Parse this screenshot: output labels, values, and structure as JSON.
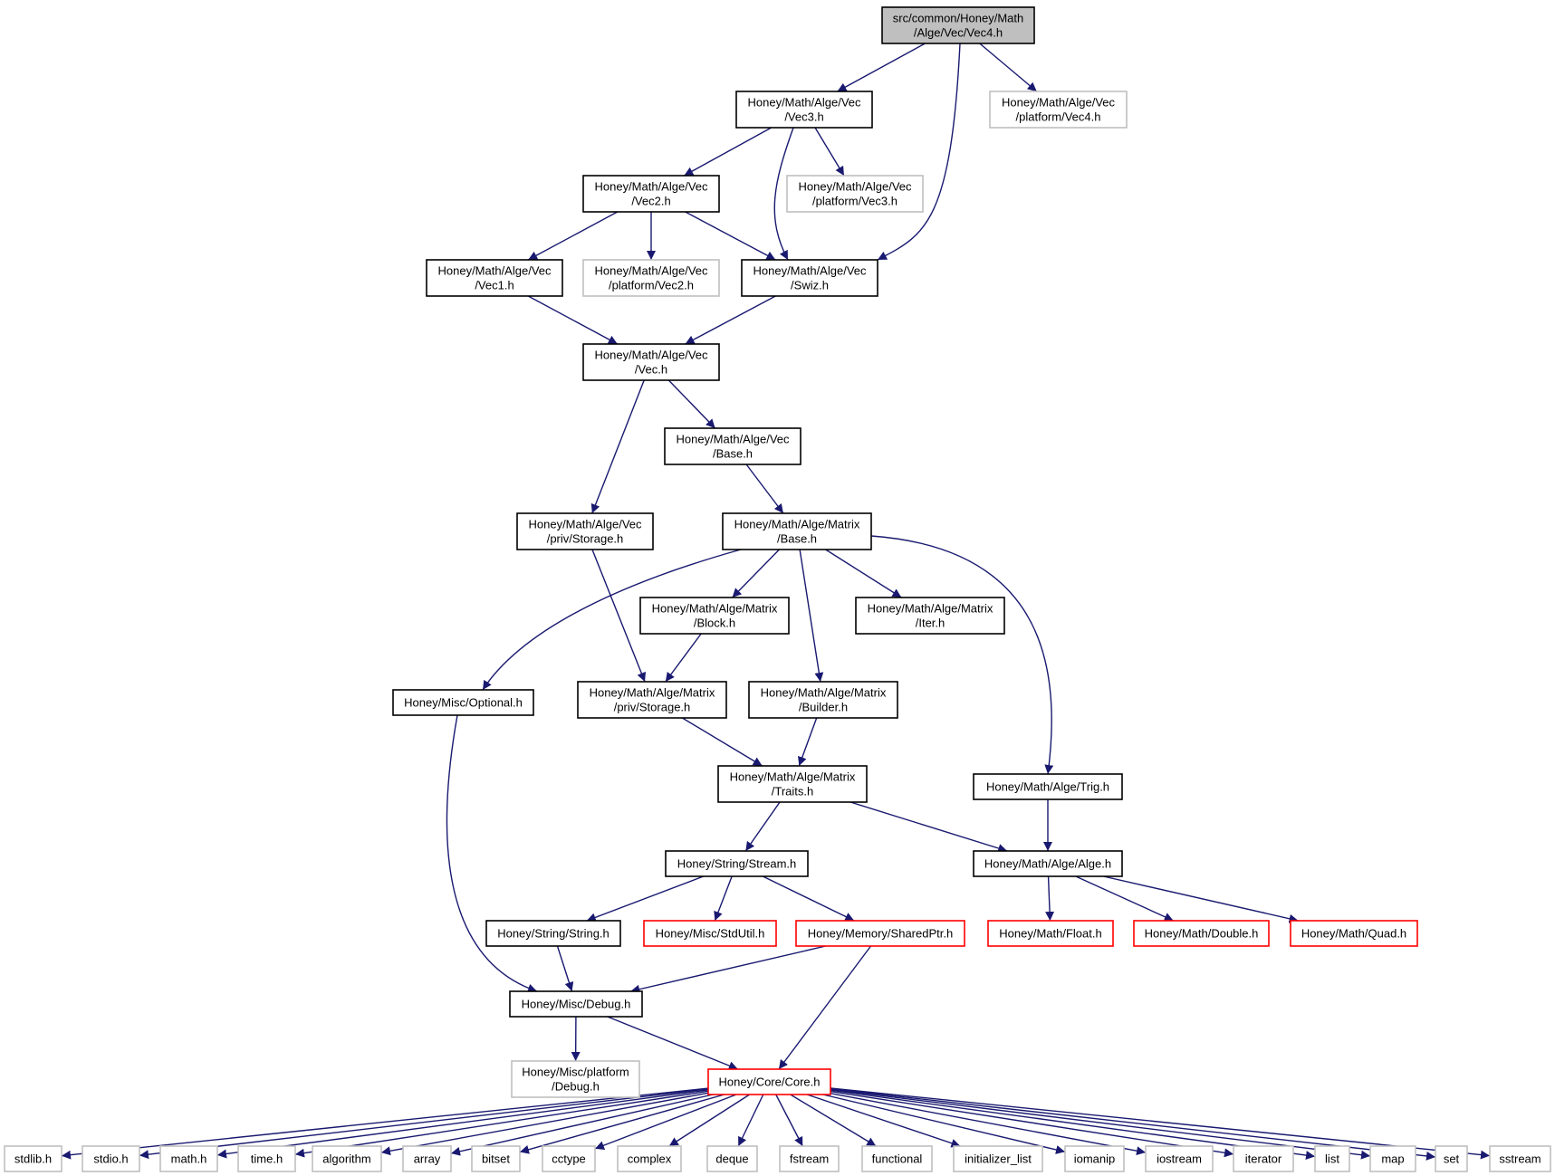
{
  "colors": {
    "edge": "#191970",
    "root_fill": "#bfbfbf",
    "border_normal": "#000000",
    "border_external": "#bfbfbf",
    "border_truncated": "#ff0000"
  },
  "nodes": [
    {
      "id": "vec4",
      "lines": [
        "src/common/Honey/Math",
        "/Alge/Vec/Vec4.h"
      ],
      "kind": "root"
    },
    {
      "id": "vec3",
      "lines": [
        "Honey/Math/Alge/Vec",
        "/Vec3.h"
      ],
      "kind": "normal"
    },
    {
      "id": "pvec4",
      "lines": [
        "Honey/Math/Alge/Vec",
        "/platform/Vec4.h"
      ],
      "kind": "external"
    },
    {
      "id": "vec2",
      "lines": [
        "Honey/Math/Alge/Vec",
        "/Vec2.h"
      ],
      "kind": "normal"
    },
    {
      "id": "pvec3",
      "lines": [
        "Honey/Math/Alge/Vec",
        "/platform/Vec3.h"
      ],
      "kind": "external"
    },
    {
      "id": "vec1",
      "lines": [
        "Honey/Math/Alge/Vec",
        "/Vec1.h"
      ],
      "kind": "normal"
    },
    {
      "id": "pvec2",
      "lines": [
        "Honey/Math/Alge/Vec",
        "/platform/Vec2.h"
      ],
      "kind": "external"
    },
    {
      "id": "swiz",
      "lines": [
        "Honey/Math/Alge/Vec",
        "/Swiz.h"
      ],
      "kind": "normal"
    },
    {
      "id": "vec",
      "lines": [
        "Honey/Math/Alge/Vec",
        "/Vec.h"
      ],
      "kind": "normal"
    },
    {
      "id": "vbase",
      "lines": [
        "Honey/Math/Alge/Vec",
        "/Base.h"
      ],
      "kind": "normal"
    },
    {
      "id": "vstor",
      "lines": [
        "Honey/Math/Alge/Vec",
        "/priv/Storage.h"
      ],
      "kind": "normal"
    },
    {
      "id": "mbase",
      "lines": [
        "Honey/Math/Alge/Matrix",
        "/Base.h"
      ],
      "kind": "normal"
    },
    {
      "id": "block",
      "lines": [
        "Honey/Math/Alge/Matrix",
        "/Block.h"
      ],
      "kind": "normal"
    },
    {
      "id": "iter",
      "lines": [
        "Honey/Math/Alge/Matrix",
        "/Iter.h"
      ],
      "kind": "normal"
    },
    {
      "id": "opt",
      "lines": [
        "Honey/Misc/Optional.h"
      ],
      "kind": "normal"
    },
    {
      "id": "mstor",
      "lines": [
        "Honey/Math/Alge/Matrix",
        "/priv/Storage.h"
      ],
      "kind": "normal"
    },
    {
      "id": "build",
      "lines": [
        "Honey/Math/Alge/Matrix",
        "/Builder.h"
      ],
      "kind": "normal"
    },
    {
      "id": "traits",
      "lines": [
        "Honey/Math/Alge/Matrix",
        "/Traits.h"
      ],
      "kind": "normal"
    },
    {
      "id": "trig",
      "lines": [
        "Honey/Math/Alge/Trig.h"
      ],
      "kind": "normal"
    },
    {
      "id": "stream",
      "lines": [
        "Honey/String/Stream.h"
      ],
      "kind": "normal"
    },
    {
      "id": "alge",
      "lines": [
        "Honey/Math/Alge/Alge.h"
      ],
      "kind": "normal"
    },
    {
      "id": "string",
      "lines": [
        "Honey/String/String.h"
      ],
      "kind": "normal"
    },
    {
      "id": "stdutil",
      "lines": [
        "Honey/Misc/StdUtil.h"
      ],
      "kind": "truncated"
    },
    {
      "id": "sptr",
      "lines": [
        "Honey/Memory/SharedPtr.h"
      ],
      "kind": "truncated"
    },
    {
      "id": "float",
      "lines": [
        "Honey/Math/Float.h"
      ],
      "kind": "truncated"
    },
    {
      "id": "double",
      "lines": [
        "Honey/Math/Double.h"
      ],
      "kind": "truncated"
    },
    {
      "id": "quad",
      "lines": [
        "Honey/Math/Quad.h"
      ],
      "kind": "truncated"
    },
    {
      "id": "debug",
      "lines": [
        "Honey/Misc/Debug.h"
      ],
      "kind": "normal"
    },
    {
      "id": "pdebug",
      "lines": [
        "Honey/Misc/platform",
        "/Debug.h"
      ],
      "kind": "external"
    },
    {
      "id": "core",
      "lines": [
        "Honey/Core/Core.h"
      ],
      "kind": "truncated"
    },
    {
      "id": "stdlib",
      "lines": [
        "stdlib.h"
      ],
      "kind": "external"
    },
    {
      "id": "stdio",
      "lines": [
        "stdio.h"
      ],
      "kind": "external"
    },
    {
      "id": "math",
      "lines": [
        "math.h"
      ],
      "kind": "external"
    },
    {
      "id": "time",
      "lines": [
        "time.h"
      ],
      "kind": "external"
    },
    {
      "id": "algorithm",
      "lines": [
        "algorithm"
      ],
      "kind": "external"
    },
    {
      "id": "array",
      "lines": [
        "array"
      ],
      "kind": "external"
    },
    {
      "id": "bitset",
      "lines": [
        "bitset"
      ],
      "kind": "external"
    },
    {
      "id": "cctype",
      "lines": [
        "cctype"
      ],
      "kind": "external"
    },
    {
      "id": "complex",
      "lines": [
        "complex"
      ],
      "kind": "external"
    },
    {
      "id": "deque",
      "lines": [
        "deque"
      ],
      "kind": "external"
    },
    {
      "id": "fstream",
      "lines": [
        "fstream"
      ],
      "kind": "external"
    },
    {
      "id": "functional",
      "lines": [
        "functional"
      ],
      "kind": "external"
    },
    {
      "id": "initlist",
      "lines": [
        "initializer_list"
      ],
      "kind": "external"
    },
    {
      "id": "iomanip",
      "lines": [
        "iomanip"
      ],
      "kind": "external"
    },
    {
      "id": "iostream",
      "lines": [
        "iostream"
      ],
      "kind": "external"
    },
    {
      "id": "iterator",
      "lines": [
        "iterator"
      ],
      "kind": "external"
    },
    {
      "id": "list",
      "lines": [
        "list"
      ],
      "kind": "external"
    },
    {
      "id": "map",
      "lines": [
        "map"
      ],
      "kind": "external"
    },
    {
      "id": "set",
      "lines": [
        "set"
      ],
      "kind": "external"
    },
    {
      "id": "sstream",
      "lines": [
        "sstream"
      ],
      "kind": "external"
    }
  ],
  "edges": [
    [
      "vec4",
      "vec3"
    ],
    [
      "vec4",
      "swiz"
    ],
    [
      "vec4",
      "pvec4"
    ],
    [
      "vec3",
      "vec2"
    ],
    [
      "vec3",
      "swiz"
    ],
    [
      "vec3",
      "pvec3"
    ],
    [
      "vec2",
      "vec1"
    ],
    [
      "vec2",
      "pvec2"
    ],
    [
      "vec2",
      "swiz"
    ],
    [
      "vec1",
      "vec"
    ],
    [
      "swiz",
      "vec"
    ],
    [
      "vec",
      "vstor"
    ],
    [
      "vec",
      "vbase"
    ],
    [
      "vbase",
      "mbase"
    ],
    [
      "vstor",
      "mstor"
    ],
    [
      "mbase",
      "opt"
    ],
    [
      "mbase",
      "block"
    ],
    [
      "mbase",
      "build"
    ],
    [
      "mbase",
      "iter"
    ],
    [
      "mbase",
      "trig"
    ],
    [
      "block",
      "mstor"
    ],
    [
      "opt",
      "debug"
    ],
    [
      "mstor",
      "traits"
    ],
    [
      "build",
      "traits"
    ],
    [
      "traits",
      "stream"
    ],
    [
      "traits",
      "alge"
    ],
    [
      "trig",
      "alge"
    ],
    [
      "stream",
      "string"
    ],
    [
      "stream",
      "stdutil"
    ],
    [
      "stream",
      "sptr"
    ],
    [
      "alge",
      "float"
    ],
    [
      "alge",
      "double"
    ],
    [
      "alge",
      "quad"
    ],
    [
      "string",
      "debug"
    ],
    [
      "sptr",
      "debug"
    ],
    [
      "sptr",
      "core"
    ],
    [
      "debug",
      "pdebug"
    ],
    [
      "debug",
      "core"
    ],
    [
      "core",
      "stdlib"
    ],
    [
      "core",
      "stdio"
    ],
    [
      "core",
      "math"
    ],
    [
      "core",
      "time"
    ],
    [
      "core",
      "algorithm"
    ],
    [
      "core",
      "array"
    ],
    [
      "core",
      "bitset"
    ],
    [
      "core",
      "cctype"
    ],
    [
      "core",
      "complex"
    ],
    [
      "core",
      "deque"
    ],
    [
      "core",
      "fstream"
    ],
    [
      "core",
      "functional"
    ],
    [
      "core",
      "initlist"
    ],
    [
      "core",
      "iomanip"
    ],
    [
      "core",
      "iostream"
    ],
    [
      "core",
      "iterator"
    ],
    [
      "core",
      "list"
    ],
    [
      "core",
      "map"
    ],
    [
      "core",
      "set"
    ],
    [
      "core",
      "sstream"
    ]
  ]
}
